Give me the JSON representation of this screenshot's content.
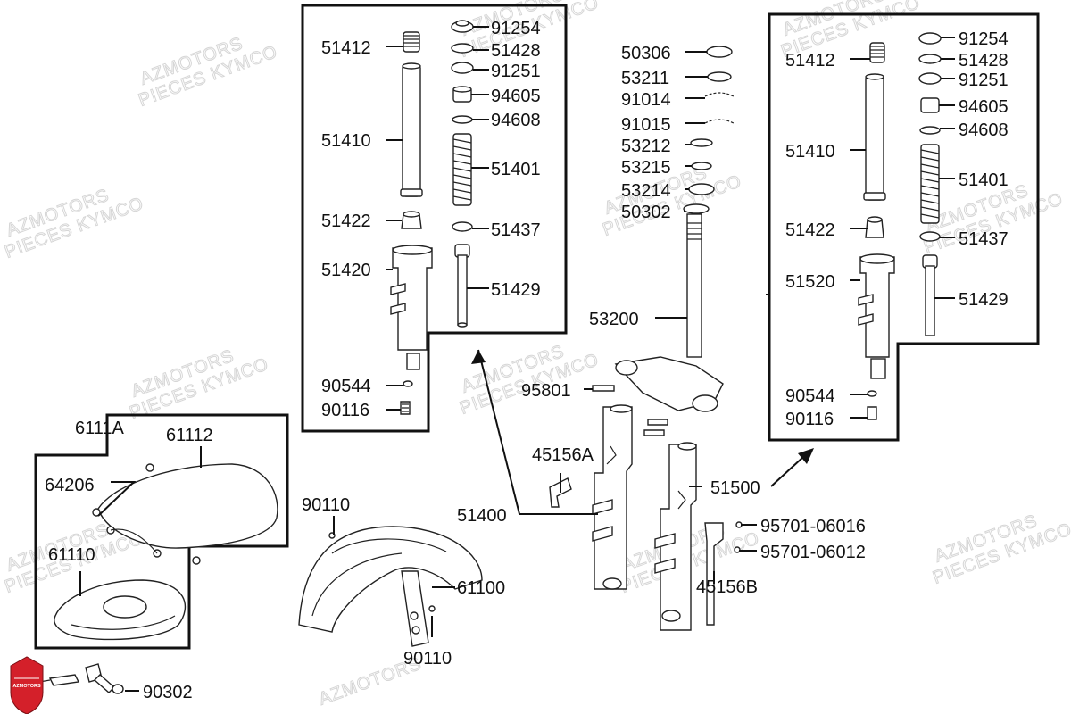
{
  "watermark": {
    "line1": "AZMOTORS",
    "line2": "PIECES KYMCO"
  },
  "logo": {
    "text": "AZMOTORS",
    "color": "#d4202a"
  },
  "colors": {
    "lines": "#111111",
    "logo_red": "#d4202a"
  },
  "labels": {
    "p91254a": "91254",
    "p51428a": "51428",
    "p91251a": "91251",
    "p51412a": "51412",
    "p94605a": "94605",
    "p94608a": "94608",
    "p51410a": "51410",
    "p51401a": "51401",
    "p51422a": "51422",
    "p51437a": "51437",
    "p51420": "51420",
    "p51429a": "51429",
    "p90544a": "90544",
    "p90116a": "90116",
    "p50306": "50306",
    "p53211": "53211",
    "p91014": "91014",
    "p91015": "91015",
    "p53212": "53212",
    "p53215": "53215",
    "p53214": "53214",
    "p50302": "50302",
    "p53200": "53200",
    "p95801": "95801",
    "p91254b": "91254",
    "p51412b": "51412",
    "p51428b": "51428",
    "p91251b": "91251",
    "p94605b": "94605",
    "p94608b": "94608",
    "p51410b": "51410",
    "p51401b": "51401",
    "p51422b": "51422",
    "p51437b": "51437",
    "p51520": "51520",
    "p51429b": "51429",
    "p90544b": "90544",
    "p90116b": "90116",
    "p6111A": "6111A",
    "p61112": "61112",
    "p64206": "64206",
    "p61110": "61110",
    "p90110a": "90110",
    "p61100": "61100",
    "p90110b": "90110",
    "p90302": "90302",
    "p45156A": "45156A",
    "p51400": "51400",
    "p51500": "51500",
    "p95701_06016": "95701-06016",
    "p95701_06012": "95701-06012",
    "p45156B": "45156B"
  }
}
